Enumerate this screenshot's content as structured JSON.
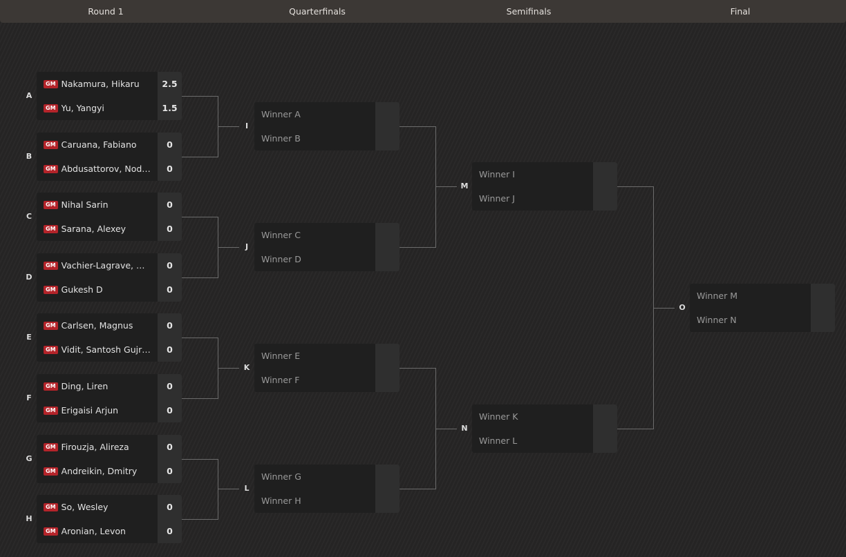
{
  "rounds": [
    "Round 1",
    "Quarterfinals",
    "Semifinals",
    "Final"
  ],
  "round1": [
    {
      "label": "A",
      "players": [
        {
          "title": "GM",
          "name": "Nakamura, Hikaru",
          "score": "2.5"
        },
        {
          "title": "GM",
          "name": "Yu, Yangyi",
          "score": "1.5"
        }
      ]
    },
    {
      "label": "B",
      "players": [
        {
          "title": "GM",
          "name": "Caruana, Fabiano",
          "score": "0"
        },
        {
          "title": "GM",
          "name": "Abdusattorov, Nodirbek",
          "score": "0"
        }
      ]
    },
    {
      "label": "C",
      "players": [
        {
          "title": "GM",
          "name": "Nihal Sarin",
          "score": "0"
        },
        {
          "title": "GM",
          "name": "Sarana, Alexey",
          "score": "0"
        }
      ]
    },
    {
      "label": "D",
      "players": [
        {
          "title": "GM",
          "name": "Vachier-Lagrave, Maxime",
          "score": "0"
        },
        {
          "title": "GM",
          "name": "Gukesh D",
          "score": "0"
        }
      ]
    },
    {
      "label": "E",
      "players": [
        {
          "title": "GM",
          "name": "Carlsen, Magnus",
          "score": "0"
        },
        {
          "title": "GM",
          "name": "Vidit, Santosh Gujrathi",
          "score": "0"
        }
      ]
    },
    {
      "label": "F",
      "players": [
        {
          "title": "GM",
          "name": "Ding, Liren",
          "score": "0"
        },
        {
          "title": "GM",
          "name": "Erigaisi Arjun",
          "score": "0"
        }
      ]
    },
    {
      "label": "G",
      "players": [
        {
          "title": "GM",
          "name": "Firouzja, Alireza",
          "score": "0"
        },
        {
          "title": "GM",
          "name": "Andreikin, Dmitry",
          "score": "0"
        }
      ]
    },
    {
      "label": "H",
      "players": [
        {
          "title": "GM",
          "name": "So, Wesley",
          "score": "0"
        },
        {
          "title": "GM",
          "name": "Aronian, Levon",
          "score": "0"
        }
      ]
    }
  ],
  "quarterfinals": [
    {
      "label": "I",
      "slots": [
        "Winner A",
        "Winner B"
      ]
    },
    {
      "label": "J",
      "slots": [
        "Winner C",
        "Winner D"
      ]
    },
    {
      "label": "K",
      "slots": [
        "Winner E",
        "Winner F"
      ]
    },
    {
      "label": "L",
      "slots": [
        "Winner G",
        "Winner H"
      ]
    }
  ],
  "semifinals": [
    {
      "label": "M",
      "slots": [
        "Winner I",
        "Winner J"
      ]
    },
    {
      "label": "N",
      "slots": [
        "Winner K",
        "Winner L"
      ]
    }
  ],
  "final": [
    {
      "label": "O",
      "slots": [
        "Winner M",
        "Winner N"
      ]
    }
  ]
}
